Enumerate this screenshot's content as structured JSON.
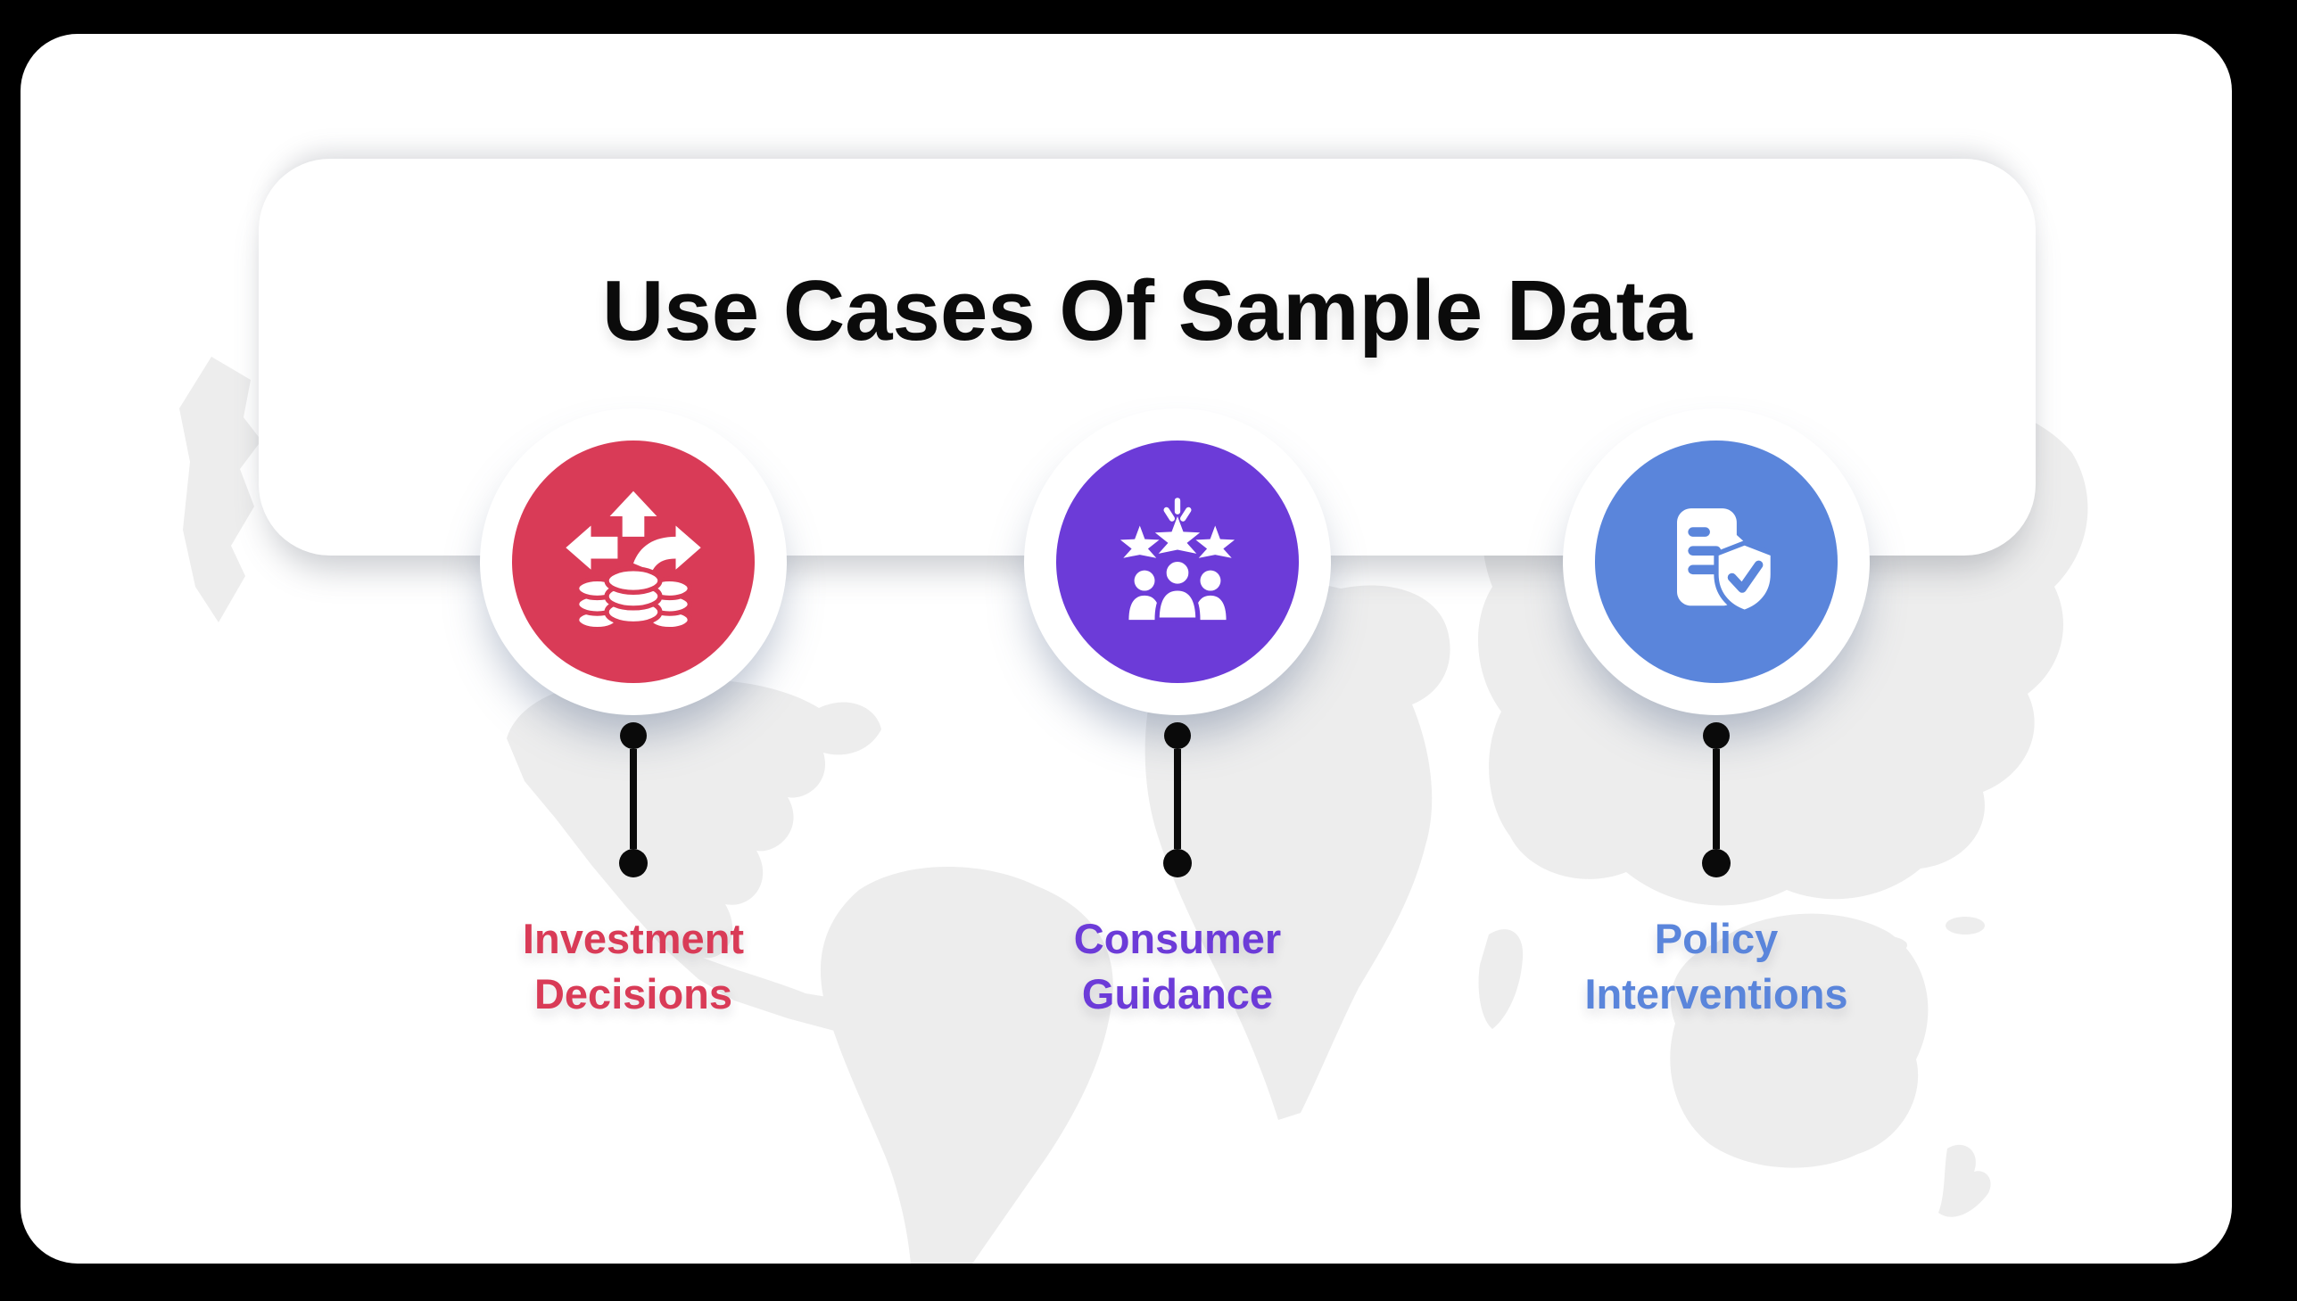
{
  "title": "Use Cases Of Sample Data",
  "items": [
    {
      "id": "investment",
      "label_line1": "Investment",
      "label_line2": "Decisions",
      "color": "#d93b57",
      "icon": "investment-arrows-coins-icon"
    },
    {
      "id": "consumer",
      "label_line1": "Consumer",
      "label_line2": "Guidance",
      "color": "#6c3bd8",
      "icon": "consumer-rating-stars-icon"
    },
    {
      "id": "policy",
      "label_line1": "Policy",
      "label_line2": "Interventions",
      "color": "#5a85db",
      "icon": "policy-document-shield-icon"
    }
  ],
  "colors": {
    "background": "#000000",
    "card": "#ffffff",
    "title": "#0b0b0b",
    "connector": "#0a0a0a",
    "map": "#ededed"
  }
}
